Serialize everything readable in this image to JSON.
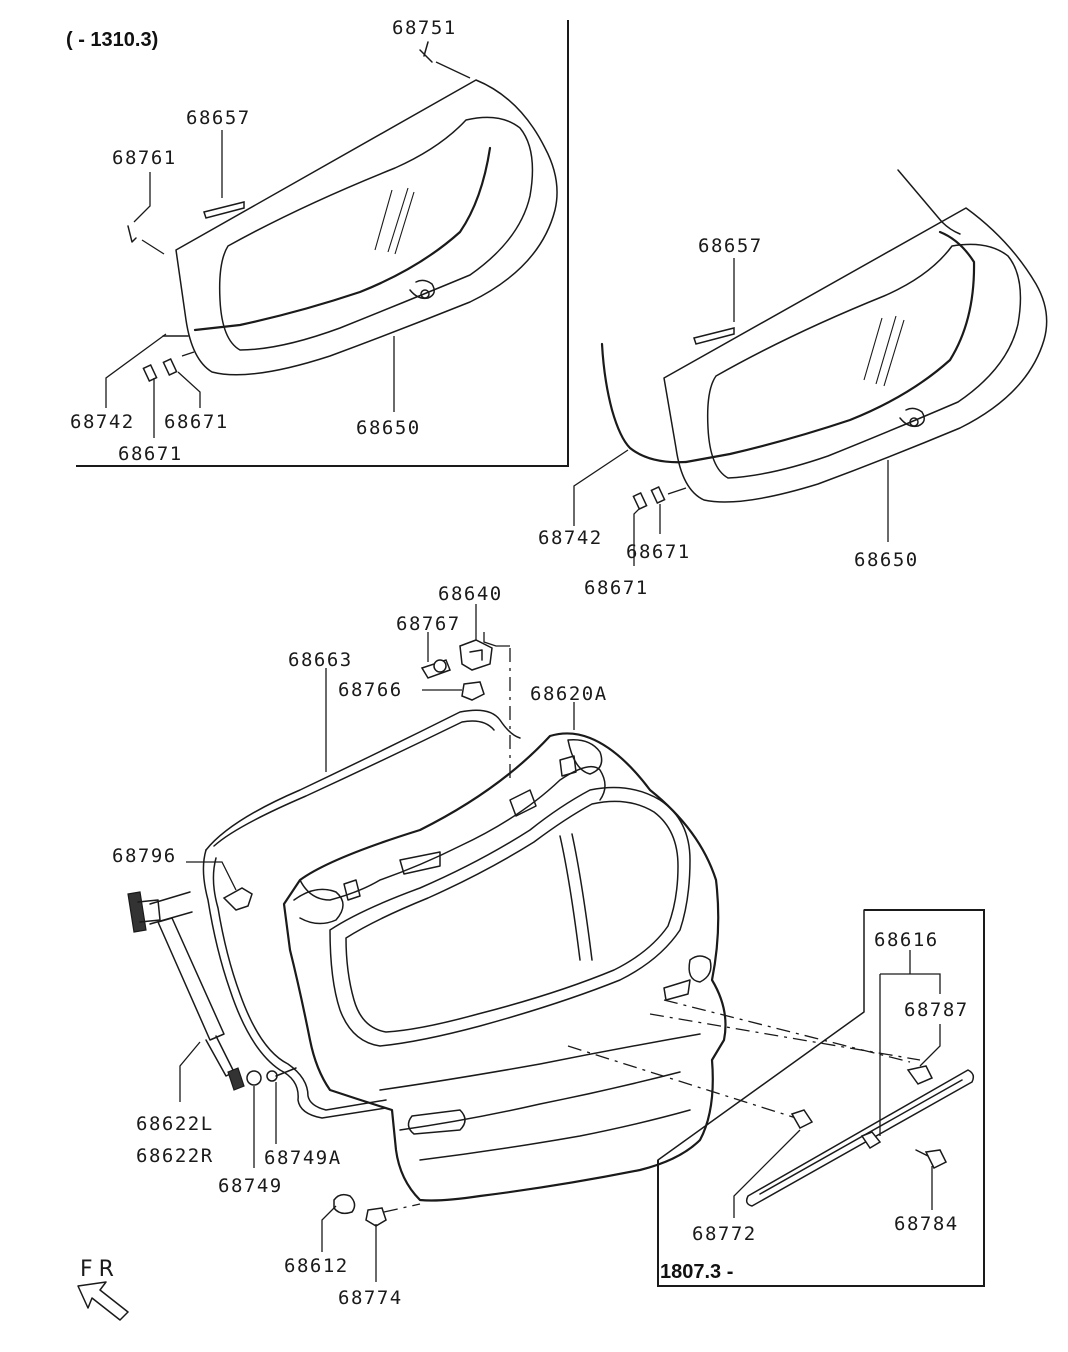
{
  "diagram": {
    "range_labels": {
      "top_left": "( - 1310.3)",
      "bottom_right": "1807.3 -"
    },
    "direction_indicator": "FR",
    "parts": {
      "p68751": "68751",
      "p68657_a": "68657",
      "p68761": "68761",
      "p68742_a": "68742",
      "p68671_a1": "68671",
      "p68671_a2": "68671",
      "p68650_a": "68650",
      "p68657_b": "68657",
      "p68742_b": "68742",
      "p68671_b1": "68671",
      "p68671_b2": "68671",
      "p68650_b": "68650",
      "p68640": "68640",
      "p68767": "68767",
      "p68663": "68663",
      "p68766": "68766",
      "p68620A": "68620A",
      "p68796": "68796",
      "p68622L": "68622L",
      "p68622R": "68622R",
      "p68749A": "68749A",
      "p68749": "68749",
      "p68612": "68612",
      "p68774": "68774",
      "p68616": "68616",
      "p68787": "68787",
      "p68772": "68772",
      "p68784": "68784"
    }
  }
}
